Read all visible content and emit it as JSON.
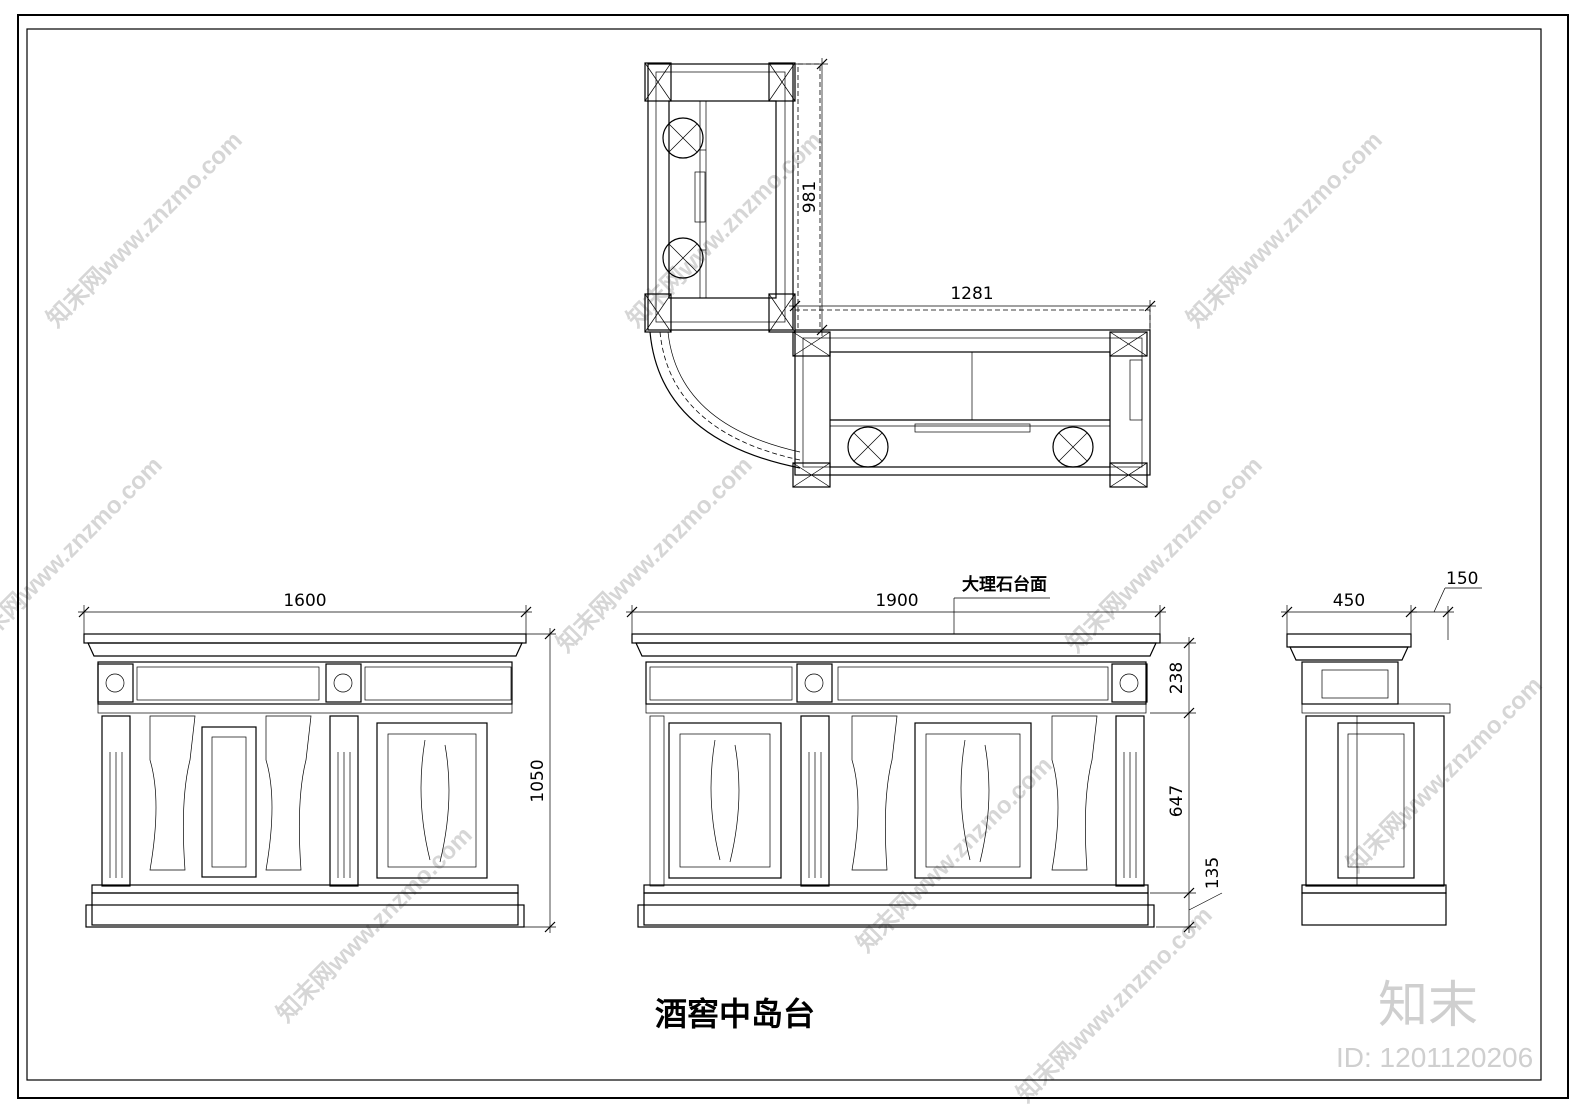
{
  "drawing": {
    "title": "酒窖中岛台",
    "marble_label": "大理石台面"
  },
  "plan_view": {
    "dim_vertical": "981",
    "dim_horizontal": "1281"
  },
  "left_elevation": {
    "dim_width": "1600",
    "dim_height": "1050"
  },
  "front_elevation": {
    "dim_width": "1900",
    "dim_top": "238",
    "dim_mid": "647",
    "dim_base": "135"
  },
  "side_elevation": {
    "dim_width": "450",
    "dim_overhang": "150"
  },
  "watermark": {
    "repeat_text": "知末网www.znzmo.com",
    "brand": "知末",
    "id_label": "ID: 1201120206"
  }
}
